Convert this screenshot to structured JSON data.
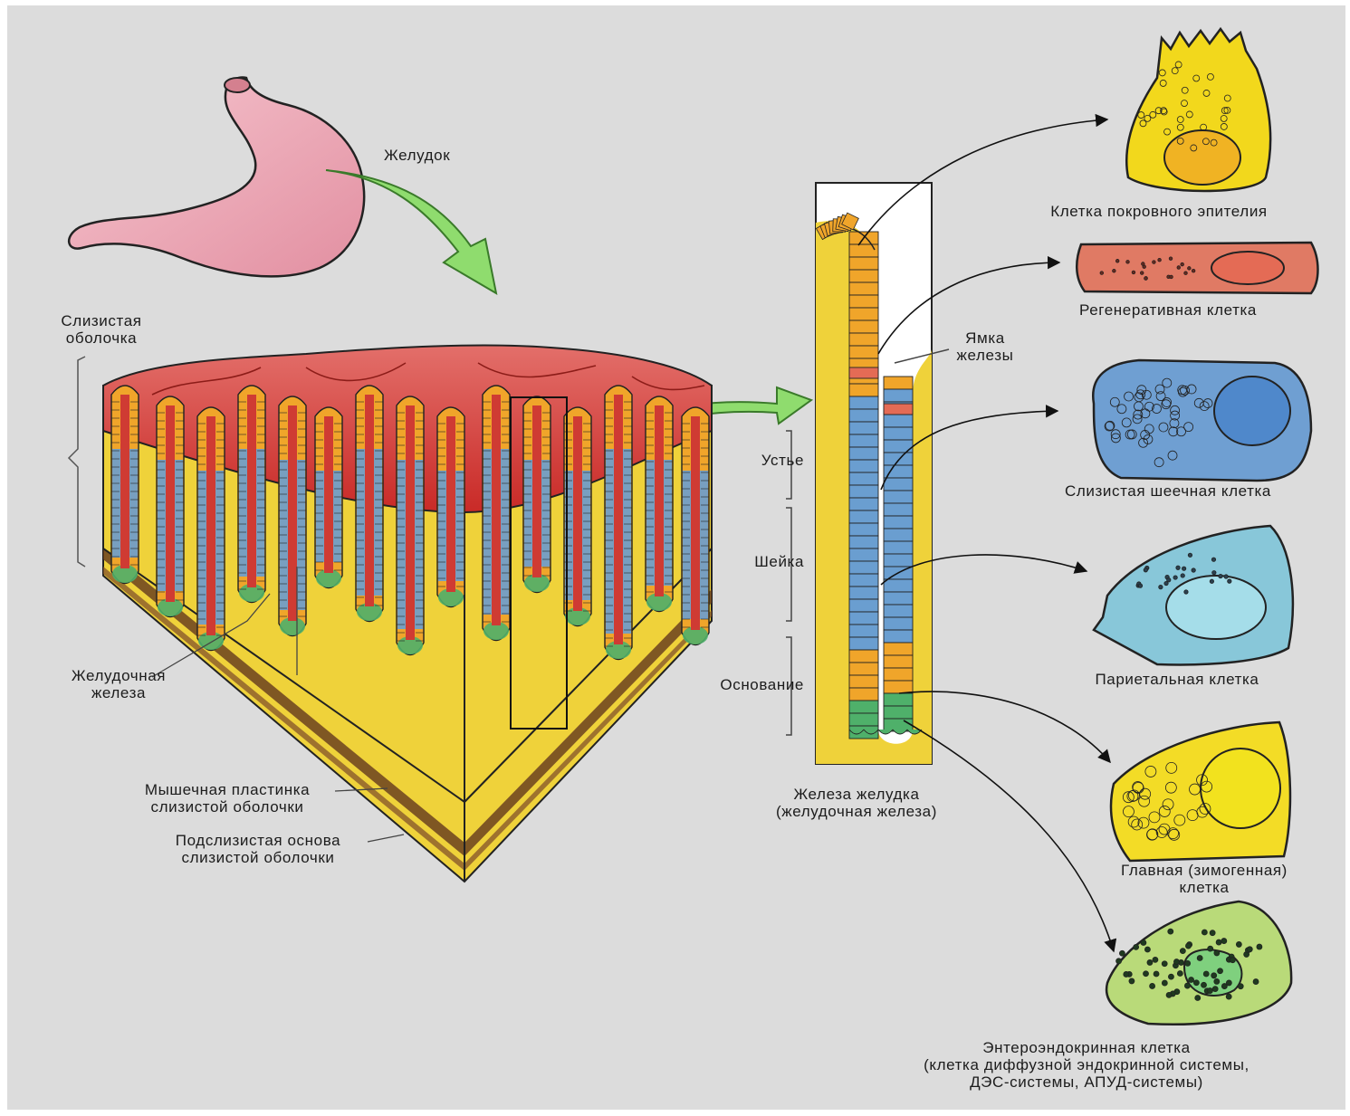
{
  "labels": {
    "stomach": "Желудок",
    "mucosa_line1": "Слизистая",
    "mucosa_line2": "оболочка",
    "gastric_gland_line1": "Желудочная",
    "gastric_gland_line2": "железа",
    "muscular_line1": "Мышечная пластинка",
    "muscular_line2": "слизистой оболочки",
    "submucosa_line1": "Подслизистая основа",
    "submucosa_line2": "слизистой оболочки",
    "pit_line1": "Ямка",
    "pit_line2": "железы",
    "mouth": "Устье",
    "neck": "Шейка",
    "base": "Основание",
    "gland_caption_line1": "Железа желудка",
    "gland_caption_line2": "(желудочная железа)"
  },
  "cells": [
    {
      "id": "surface",
      "label_lines": [
        "Клетка покровного эпителия"
      ],
      "fill": "#f2d81c"
    },
    {
      "id": "regenerative",
      "label_lines": [
        "Регенеративная клетка"
      ],
      "fill": "#e07a64"
    },
    {
      "id": "mucous-neck",
      "label_lines": [
        "Слизистая шеечная клетка"
      ],
      "fill": "#6f9fd2"
    },
    {
      "id": "parietal",
      "label_lines": [
        "Париетальная клетка"
      ],
      "fill": "#88c7d9"
    },
    {
      "id": "chief",
      "label_lines": [
        "Главная (зимогенная)",
        "клетка"
      ],
      "fill": "#f3dc26"
    },
    {
      "id": "enteroendocrine",
      "label_lines": [
        "Энтероэндокринная клетка",
        "(клетка диффузной эндокринной системы,",
        "ДЭС-системы, АПУД-системы)"
      ],
      "fill": "#b9da79"
    }
  ],
  "colors": {
    "background": "#dcdcdc",
    "stomach": "#eaa8b6",
    "mucosa_red": "#cf3b33",
    "tissue_yellow": "#efd23a",
    "epithelium_orange": "#f0a52a",
    "neck_blue": "#6a9ed0",
    "base_green": "#4fb06a",
    "arrow_green": "#8fdc6e"
  }
}
